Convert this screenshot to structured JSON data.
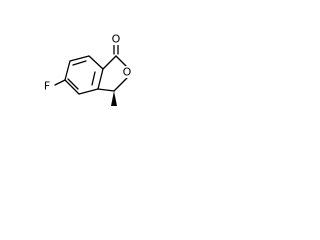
{
  "structure": {
    "atoms": {
      "carbonyl_oxygen": "O",
      "ring_oxygen": "O",
      "fluorine": "F"
    },
    "stereo": {
      "methyl_bond": "wedge"
    },
    "colors": {
      "bond": "#000000",
      "label": "#000000",
      "background": "#ffffff"
    }
  }
}
